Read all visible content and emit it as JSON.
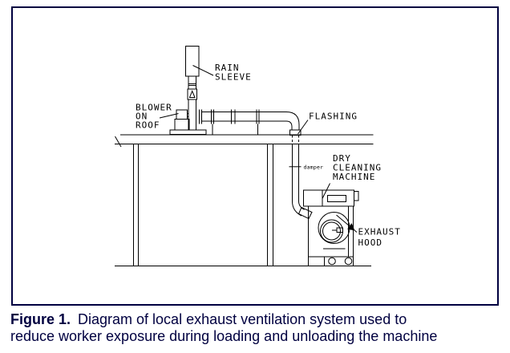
{
  "figure": {
    "caption": {
      "label": "Figure 1.",
      "line1": "Diagram of local exhaust ventilation system used to",
      "line2": "reduce worker exposure during loading and unloading the machine"
    },
    "labels": {
      "rain_sleeve_line1": "RAIN",
      "rain_sleeve_line2": "SLEEVE",
      "blower_line1": "BLOWER",
      "blower_line2": "ON",
      "blower_line3": "ROOF",
      "flashing": "FLASHING",
      "damper": "damper",
      "machine_line1": "DRY",
      "machine_line2": "CLEANING",
      "machine_line3": "MACHINE",
      "exhaust_line1": "EXHAUST",
      "exhaust_line2": "HOOD"
    },
    "colors": {
      "panel_border": "#000040",
      "caption_text": "#000040",
      "drawing_line": "#000000",
      "background": "#ffffff"
    }
  }
}
